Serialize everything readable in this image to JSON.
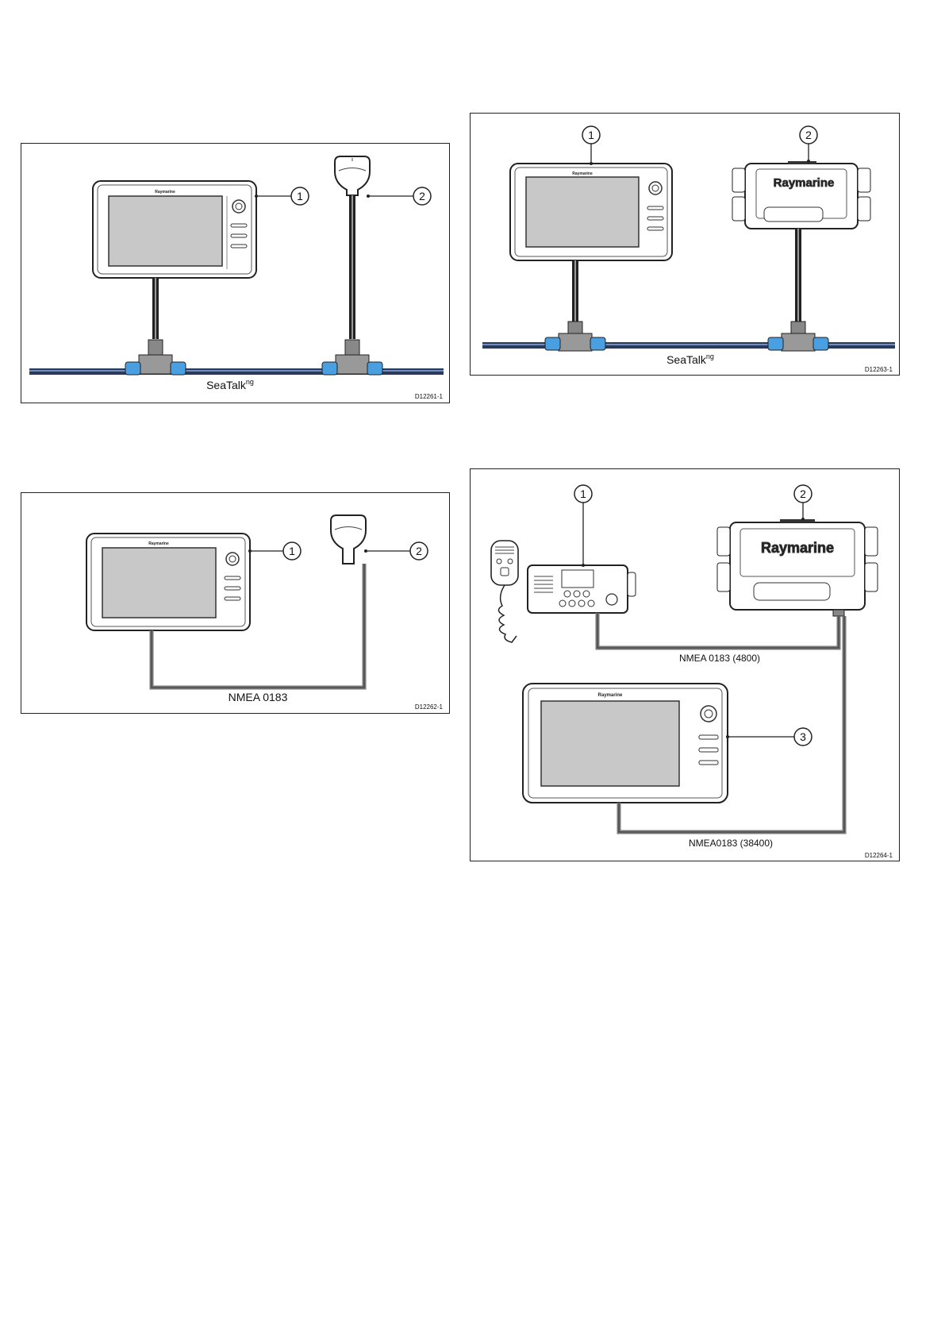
{
  "diagrams": [
    {
      "id": "D12261-1",
      "callouts": [
        "1",
        "2"
      ],
      "network_label": "SeaTalk",
      "network_label_sup": "ng",
      "code": "D12261-1"
    },
    {
      "id": "D12263-1",
      "callouts": [
        "1",
        "2"
      ],
      "network_label": "SeaTalk",
      "network_label_sup": "ng",
      "code": "D12263-1"
    },
    {
      "id": "D12262-1",
      "callouts": [
        "1",
        "2"
      ],
      "network_label": "NMEA 0183",
      "code": "D12262-1"
    },
    {
      "id": "D12264-1",
      "callouts": [
        "1",
        "2",
        "3"
      ],
      "link_labels": [
        "NMEA 0183 (4800)",
        "NMEA0183 (38400)"
      ],
      "code": "D12264-1"
    }
  ],
  "brand_text": "Raymarine",
  "colors": {
    "backbone": "#2b3a57",
    "backbone_highlight": "#6f8fc4",
    "connector": "#4a9fe0",
    "screen": "#c8c8c8",
    "cable_gray": "#7a7a7a"
  }
}
